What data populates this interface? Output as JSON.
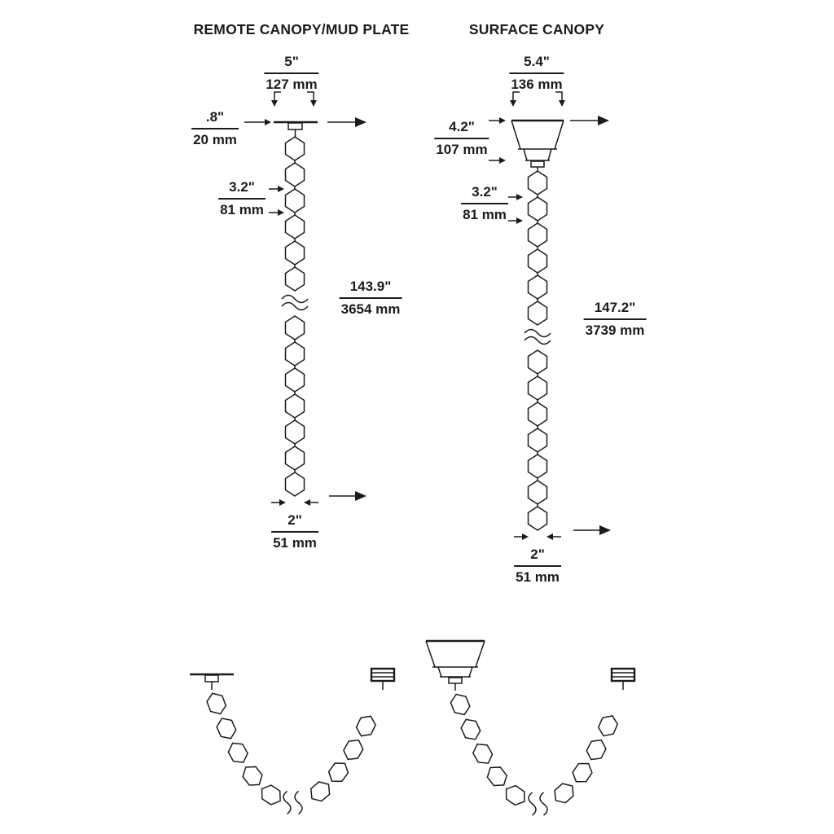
{
  "colors": {
    "ink": "#1b1b1b",
    "background": "#ffffff"
  },
  "remote": {
    "title": "REMOTE CANOPY/MUD PLATE",
    "canopy_width": {
      "in": "5\"",
      "mm": "127 mm"
    },
    "plate_height": {
      "in": ".8\"",
      "mm": "20 mm"
    },
    "link_height": {
      "in": "3.2\"",
      "mm": "81 mm"
    },
    "overall_length": {
      "in": "143.9\"",
      "mm": "3654 mm"
    },
    "chain_width": {
      "in": "2\"",
      "mm": "51 mm"
    }
  },
  "surface": {
    "title": "SURFACE CANOPY",
    "canopy_width": {
      "in": "5.4\"",
      "mm": "136 mm"
    },
    "canopy_height": {
      "in": "4.2\"",
      "mm": "107 mm"
    },
    "link_height": {
      "in": "3.2\"",
      "mm": "81 mm"
    },
    "overall_length": {
      "in": "147.2\"",
      "mm": "3739 mm"
    },
    "chain_width": {
      "in": "2\"",
      "mm": "51 mm"
    }
  }
}
